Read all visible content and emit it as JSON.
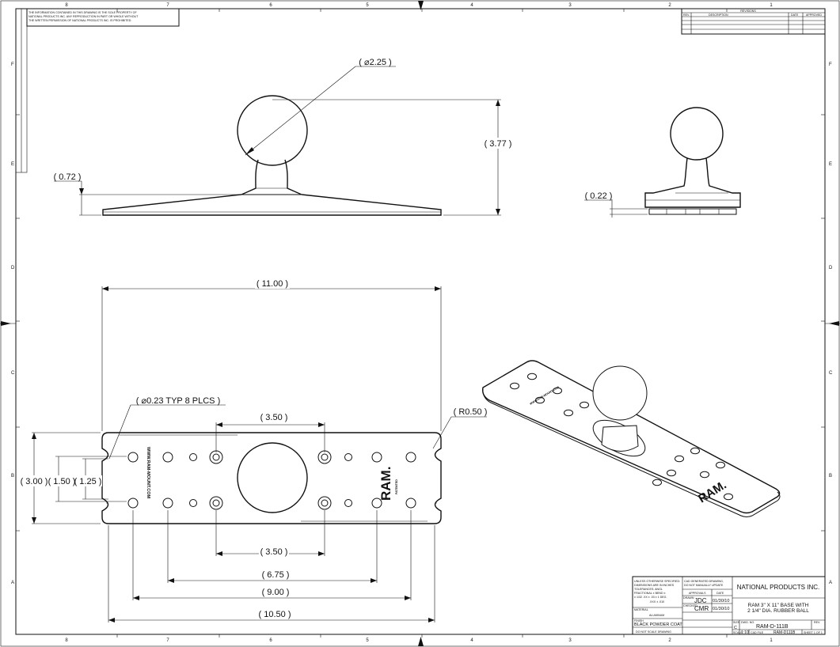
{
  "notice": {
    "lines": [
      "THE INFORMATION CONTAINED IN THIS DRAWING IS THE SOLE PROPERTY OF",
      "NATIONAL PRODUCTS INC. ANY REPRODUCTION IN PART OR WHOLE WITHOUT",
      "THE WRITTEN PERMISSION OF NATIONAL PRODUCTS INC. IS PROHIBITED."
    ]
  },
  "revisions": {
    "title": "REVISIONS",
    "headers": [
      "REV.",
      "DESCRIPTION",
      "DATE",
      "APPROVED"
    ]
  },
  "zones": {
    "columns": [
      "8",
      "7",
      "6",
      "5",
      "4",
      "3",
      "2",
      "1"
    ],
    "rows": [
      "F",
      "E",
      "D",
      "C",
      "B",
      "A"
    ]
  },
  "dimensions": {
    "ball_dia": "( ⌀2.25 )",
    "height": "( 3.77 )",
    "base_thick": "( 0.72 )",
    "side_thick": "( 0.22 )",
    "length": "( 11.00 )",
    "hole_spec": "( ⌀0.23 TYP 8 PLCS )",
    "hole_spacing_top": "( 3.50 )",
    "corner_radius": "( R0.50 )",
    "width": "( 3.00 )",
    "width_mid": "( 1.50 )",
    "width_inner": "( 1.25 )",
    "hole_spacing_bottom": "( 3.50 )",
    "span_675": "( 6.75 )",
    "span_900": "( 9.00 )",
    "span_1050": "( 10.50 )"
  },
  "part_text": {
    "url": "WWW.RAM-MOUNT.COM",
    "brand": "RAM.",
    "patented": "PATENTED"
  },
  "title_block": {
    "spec_lines": [
      "UNLESS OTHERWISE SPECIFIED:",
      "DIMENSIONS ARE IN INCHES",
      "TOLERANCES: ANGL",
      "FRACTIONAL ±  BEND ±",
      "± 1/32  .XX ± .03    ± 1 DEG.",
      ".XXX ± .010"
    ],
    "cad_note": [
      "CAD GENERATED DRAWING,",
      "DO NOT MANUALLY UPDATE"
    ],
    "approvals_header": "APPROVALS",
    "date_header": "DATE",
    "drawn_label": "DRAWN",
    "drawn_by": "JDC",
    "drawn_date": "01/30/10",
    "checked_label": "CHECKED",
    "checked_by": "CMR",
    "checked_date": "01/30/10",
    "material_label": "MATERIAL",
    "material": "ALUMINUM",
    "finish_label": "FINISH",
    "finish": "BLACK POWDER COAT",
    "warning": "DO NOT SCALE DRAWING",
    "company": "NATIONAL PRODUCTS INC.",
    "title_line1": "RAM 3\" X 11\" BASE WITH",
    "title_line2": "2 1/4\" DIA. RUBBER BALL",
    "size_label": "SIZE",
    "size": "C",
    "dwg_no_label": "DWG. NO.",
    "dwg_no": "RAM-D-111B",
    "rev_label": "REV.",
    "scale_label": "SCALE",
    "scale": "1:10",
    "cad_file_label": "CAD FILE",
    "cad_file": "RAM-D111B",
    "sheet": "SHEET 1 OF 1"
  }
}
